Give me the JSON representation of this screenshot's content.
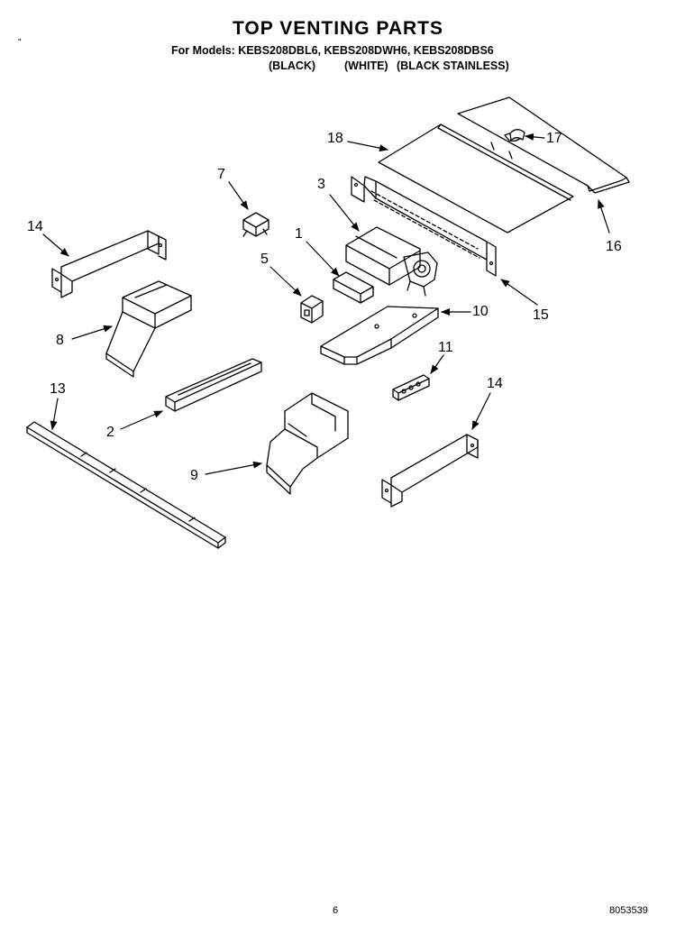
{
  "header": {
    "title": "TOP VENTING PARTS",
    "models_line": "For Models: KEBS208DBL6, KEBS208DWH6, KEBS208DBS6",
    "variants": [
      "(BLACK)",
      "(WHITE)",
      "(BLACK STAINLESS)"
    ],
    "tick": "\""
  },
  "callouts": [
    "18",
    "17",
    "7",
    "3",
    "14",
    "16",
    "1",
    "5",
    "15",
    "10",
    "8",
    "11",
    "13",
    "14",
    "2",
    "9"
  ],
  "footer": {
    "page_number": "6",
    "doc_code": "8053539"
  }
}
